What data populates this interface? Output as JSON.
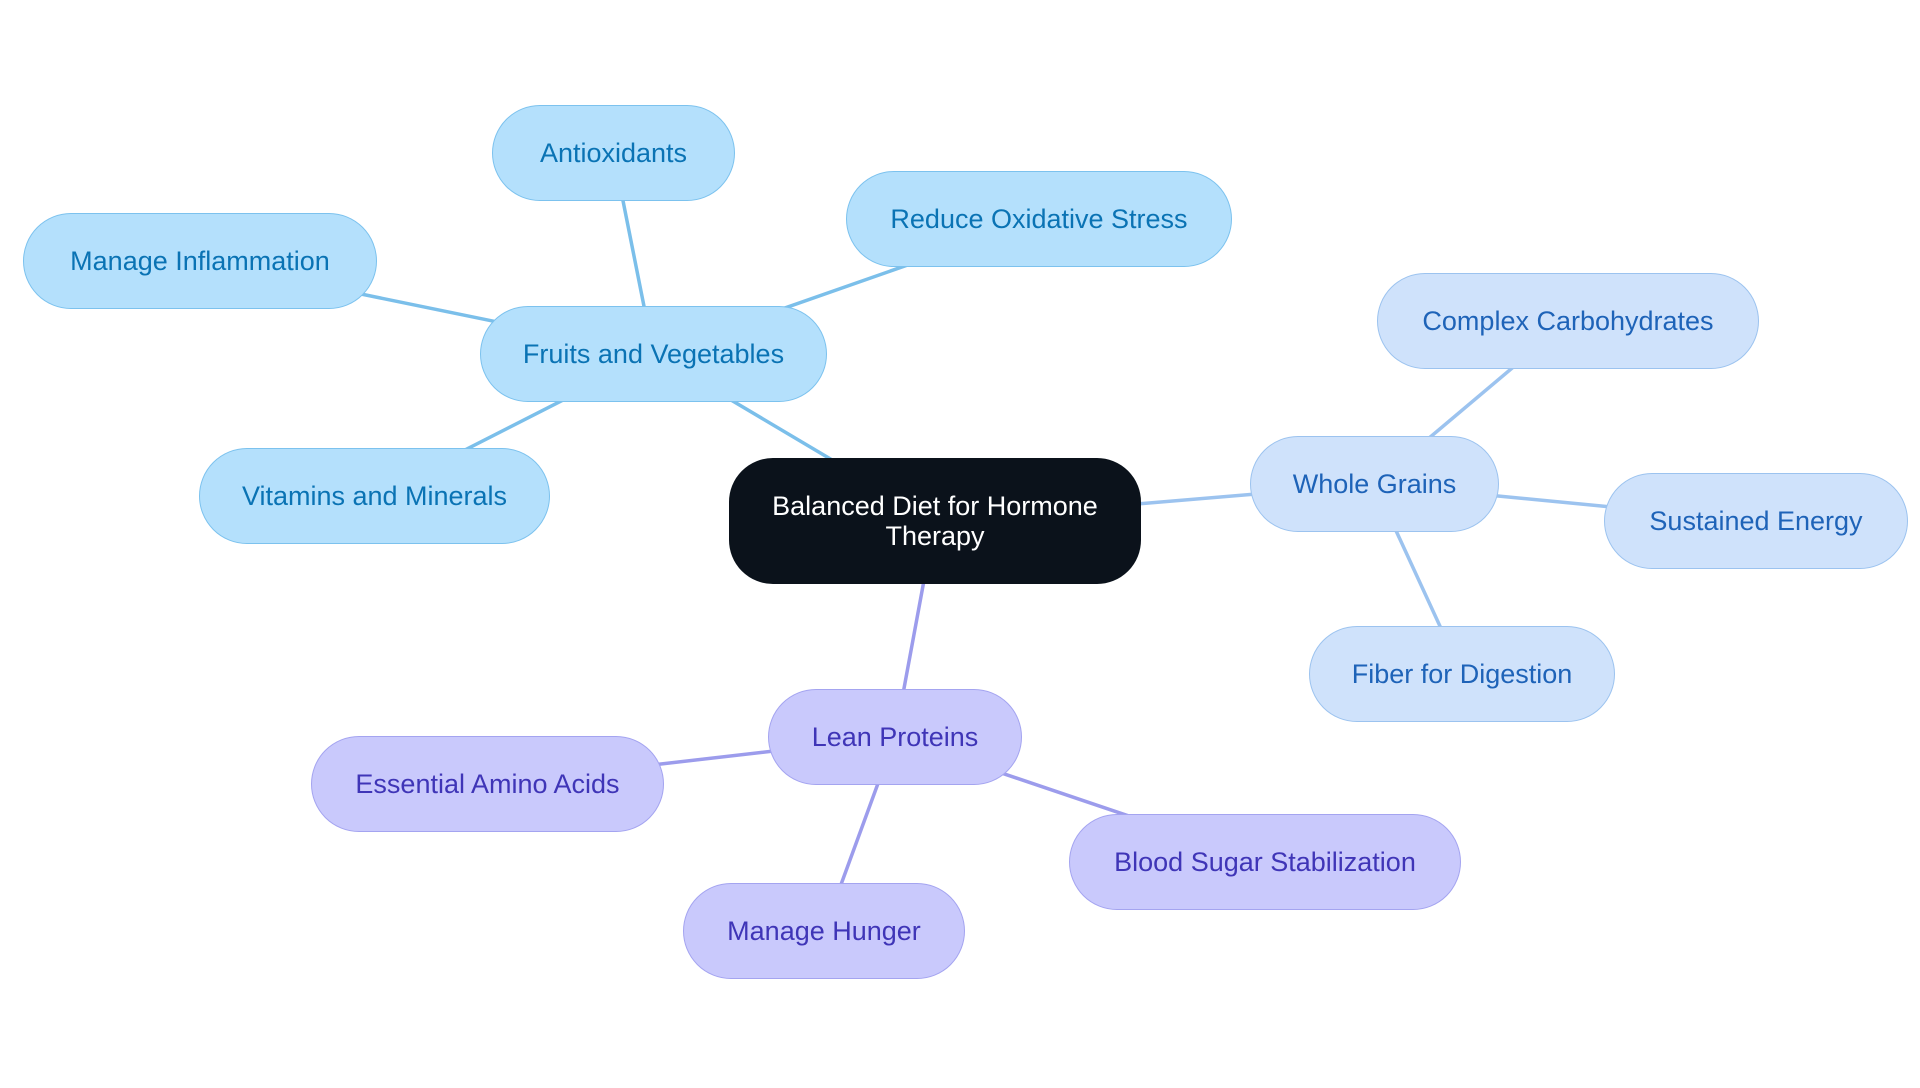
{
  "colors": {
    "background": "#ffffff",
    "root_fill": "#0b121b",
    "root_text": "#ffffff",
    "fruits_fill": "#b4e0fc",
    "fruits_border": "#7cc2ee",
    "fruits_text": "#0a73b4",
    "fruits_link": "#7bbfea",
    "grains_fill": "#cfe2fb",
    "grains_border": "#9cc3ef",
    "grains_text": "#1e63b8",
    "grains_link": "#9cc3ef",
    "proteins_fill": "#c9c9fc",
    "proteins_border": "#a4a4f0",
    "proteins_text": "#3f35b7",
    "proteins_link": "#9c9cec"
  },
  "root": {
    "label": "Balanced Diet for Hormone Therapy"
  },
  "branches": [
    {
      "id": "fruits",
      "label": "Fruits and Vegetables",
      "children": [
        {
          "id": "antioxidants",
          "label": "Antioxidants"
        },
        {
          "id": "oxidative",
          "label": "Reduce Oxidative Stress"
        },
        {
          "id": "inflammation",
          "label": "Manage Inflammation"
        },
        {
          "id": "vitamins",
          "label": "Vitamins and Minerals"
        }
      ]
    },
    {
      "id": "grains",
      "label": "Whole Grains",
      "children": [
        {
          "id": "carbs",
          "label": "Complex Carbohydrates"
        },
        {
          "id": "energy",
          "label": "Sustained Energy"
        },
        {
          "id": "fiber",
          "label": "Fiber for Digestion"
        }
      ]
    },
    {
      "id": "proteins",
      "label": "Lean Proteins",
      "children": [
        {
          "id": "amino",
          "label": "Essential Amino Acids"
        },
        {
          "id": "bloodsugar",
          "label": "Blood Sugar Stabilization"
        },
        {
          "id": "hunger",
          "label": "Manage Hunger"
        }
      ]
    }
  ]
}
